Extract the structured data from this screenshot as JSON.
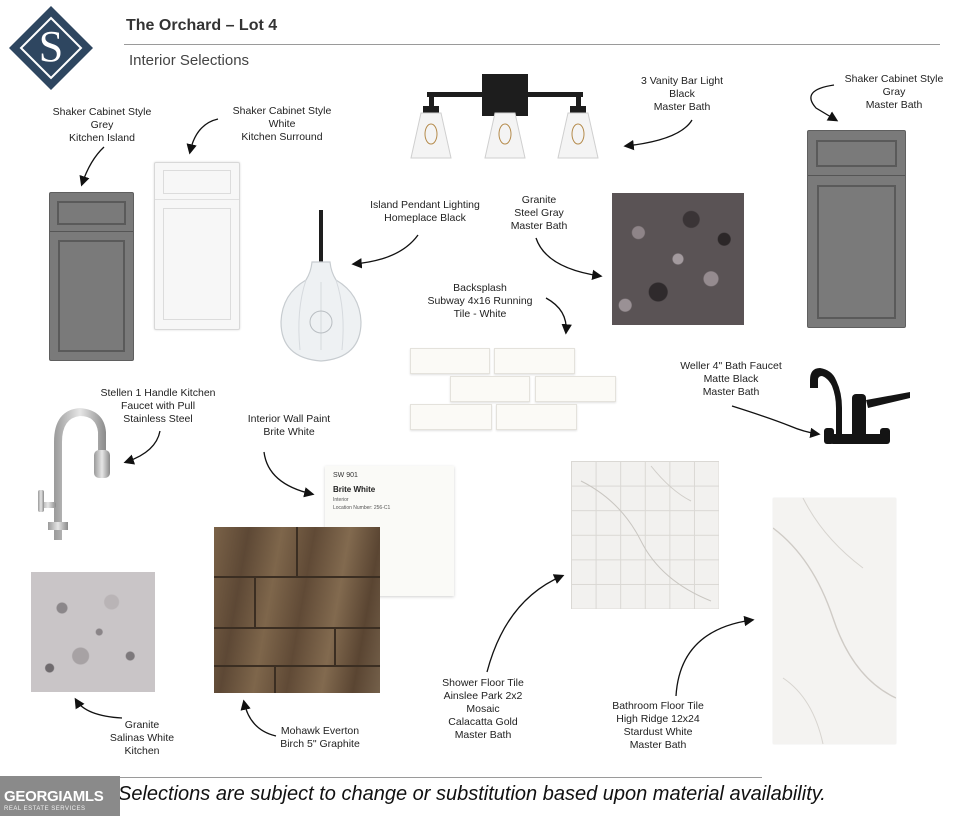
{
  "header": {
    "logo_letter": "S",
    "title": "The Orchard – Lot 4",
    "subtitle": "Interior Selections"
  },
  "selections": {
    "cabinet_grey": [
      "Shaker Cabinet Style",
      "Grey",
      "Kitchen Island"
    ],
    "cabinet_white": [
      "Shaker Cabinet Style",
      "White",
      "Kitchen Surround"
    ],
    "vanity_light": [
      "3 Vanity Bar Light",
      "Black",
      "Master Bath"
    ],
    "cabinet_gray_bath": [
      "Shaker Cabinet Style",
      "Gray",
      "Master Bath"
    ],
    "pendant": [
      "Island Pendant Lighting",
      "Homeplace Black"
    ],
    "granite_steel": [
      "Granite",
      "Steel Gray",
      "Master Bath"
    ],
    "backsplash": [
      "Backsplash",
      "Subway 4x16 Running",
      "Tile - White"
    ],
    "bath_faucet": [
      "Weller 4\" Bath Faucet",
      "Matte Black",
      "Master Bath"
    ],
    "kitchen_faucet": [
      "Stellen 1 Handle Kitchen",
      "Faucet with Pull",
      "Stainless Steel"
    ],
    "wall_paint": [
      "Interior Wall Paint",
      "Brite White"
    ],
    "granite_salinas": [
      "Granite",
      "Salinas White",
      "Kitchen"
    ],
    "flooring": [
      "Mohawk Everton",
      "Birch 5\" Graphite"
    ],
    "shower_tile": [
      "Shower Floor Tile",
      "Ainslee Park 2x2",
      "Mosaic",
      "Calacatta Gold",
      "Master Bath"
    ],
    "bath_tile": [
      "Bathroom Floor Tile",
      "High Ridge 12x24",
      "Stardust White",
      "Master Bath"
    ]
  },
  "paint_chip": {
    "code": "SW 901",
    "name": "Brite White",
    "line1": "Interior",
    "line2": "Location Number: 256-C1"
  },
  "footer": {
    "note": "Selections are subject to change or substitution based upon material availability.",
    "watermark_main": "GEORGIAMLS",
    "watermark_sub": "REAL ESTATE SERVICES"
  },
  "colors": {
    "logo_navy": "#2e4660",
    "cabinet_gray": "#7a7a7a",
    "granite_dark": "#5a5355",
    "wood": "#6f5840"
  }
}
